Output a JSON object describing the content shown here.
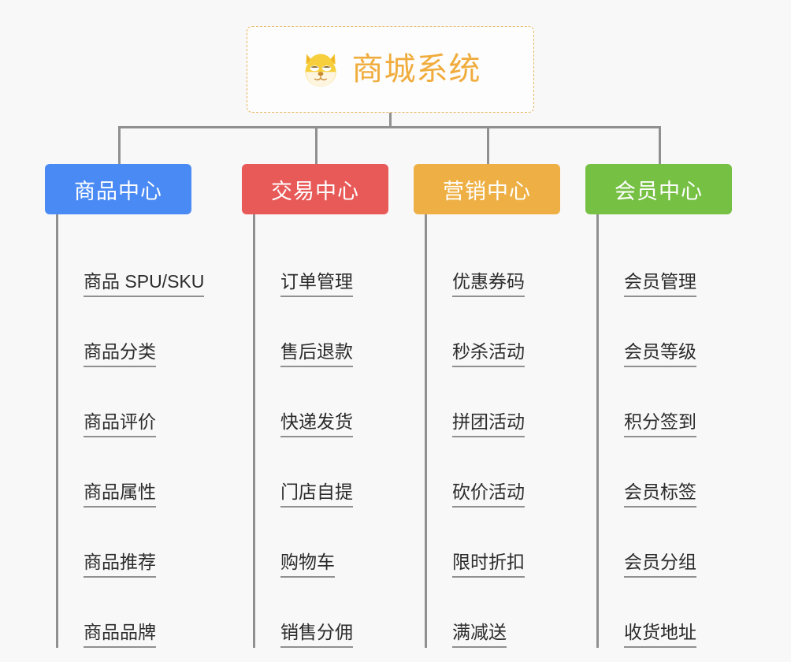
{
  "page": {
    "background_color": "#f8f8f8",
    "line_color": "#909090",
    "leaf_text_color": "#2b2b2b"
  },
  "root": {
    "title": "商城系统",
    "icon": "shiba-dog-icon",
    "text_color": "#f0ac3c",
    "border_color": "#e8b75e"
  },
  "columns": [
    {
      "key": "product-center",
      "label": "商品中心",
      "color": "#4a8af4",
      "items": [
        "商品 SPU/SKU",
        "商品分类",
        "商品评价",
        "商品属性",
        "商品推荐",
        "商品品牌"
      ]
    },
    {
      "key": "trade-center",
      "label": "交易中心",
      "color": "#e85a58",
      "items": [
        "订单管理",
        "售后退款",
        "快递发货",
        "门店自提",
        "购物车",
        "销售分佣"
      ]
    },
    {
      "key": "marketing-center",
      "label": "营销中心",
      "color": "#eeb045",
      "items": [
        "优惠券码",
        "秒杀活动",
        "拼团活动",
        "砍价活动",
        "限时折扣",
        "满减送"
      ]
    },
    {
      "key": "member-center",
      "label": "会员中心",
      "color": "#76c044",
      "items": [
        "会员管理",
        "会员等级",
        "积分签到",
        "会员标签",
        "会员分组",
        "收货地址"
      ]
    }
  ]
}
